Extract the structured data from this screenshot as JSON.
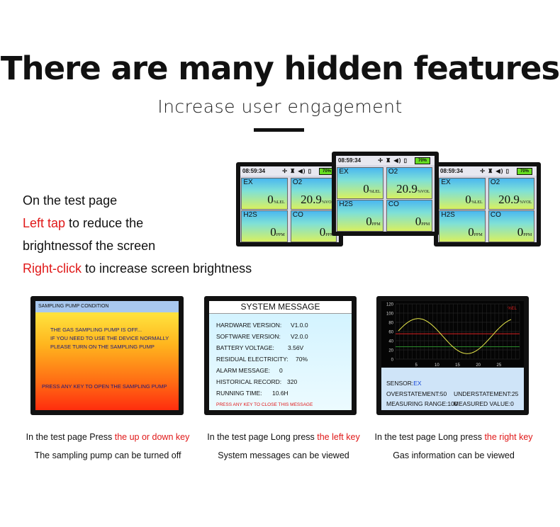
{
  "header": {
    "title": "There are many hidden features",
    "subtitle": "Increase user engagement"
  },
  "left_text": {
    "line1": "On the test page",
    "line2_red": "Left tap",
    "line2_rest": " to reduce the",
    "line3": "brightnessof the screen",
    "line4_red": "Right-click",
    "line4_rest": " to increase screen brightness"
  },
  "device": {
    "time": "08:59:34",
    "battery": "70%",
    "status_icons": "✢ ♜ ◀) ▯",
    "cells": [
      {
        "name": "EX",
        "value": "0",
        "unit": "%LEL"
      },
      {
        "name": "O2",
        "value": "20.9",
        "unit": "%VOL"
      },
      {
        "name": "H2S",
        "value": "0",
        "unit": "PPM"
      },
      {
        "name": "CO",
        "value": "0",
        "unit": "PPM"
      }
    ]
  },
  "pump_screen": {
    "header": "SAMPLING PUMP CONDITION",
    "line1": "THE GAS SAMPLING PUMP IS OFF...",
    "line2": "IF YOU NEED TO USE THE DEVICE NORMALLY",
    "line3": "PLEASE TURN ON THE SAMPLING PUMP",
    "line4": "PRESS ANY KEY TO OPEN THE SAMPLING PUMP"
  },
  "system_screen": {
    "header": "SYSTEM MESSAGE",
    "rows": [
      {
        "label": "HARDWARE VERSION:",
        "value": "V1.0.0"
      },
      {
        "label": "SOFTWARE VERSION:",
        "value": "V2.0.0"
      },
      {
        "label": "BATTERY VOLTAGE:",
        "value": "3.56V"
      },
      {
        "label": "RESIDUAL ELECTRICITY:",
        "value": "70%"
      },
      {
        "label": "ALARM MESSAGE:",
        "value": "0"
      },
      {
        "label": "HISTORICAL RECORD:",
        "value": "320"
      },
      {
        "label": "RUNNING TIME:",
        "value": "10.6H"
      }
    ],
    "close": "PRESS ANY KEY TO CLOSE THIS MESSAGE"
  },
  "gas_screen": {
    "sensor_label": "SENSOR:",
    "sensor_value": "EX",
    "over": "OVERSTATEMENT:50",
    "under": "UNDERSTATEMENT:25",
    "range": "MEASURING RANGE:100",
    "measured": "MEASURED VALUE:0",
    "plot_tag": "%EL",
    "colors": {
      "curve": "#e8e84a",
      "over_line": "#d82020",
      "under_line": "#2a8a2a"
    },
    "chart_data": {
      "type": "line",
      "yticks": [
        "120",
        "100",
        "80",
        "60",
        "40",
        "20",
        "0"
      ],
      "xticks": [
        "5",
        "10",
        "15",
        "20",
        "25"
      ]
    }
  },
  "captions": {
    "c1_prefix": "In the test page  Press ",
    "c1_red": "the up or down key",
    "c1_line2": "The sampling pump can be turned off",
    "c2_prefix": "In the test page Long press ",
    "c2_red": "the left key",
    "c2_line2": "System messages can be viewed",
    "c3_prefix": "In the test page Long press ",
    "c3_red": "the right key",
    "c3_line2": "Gas information can be viewed"
  }
}
